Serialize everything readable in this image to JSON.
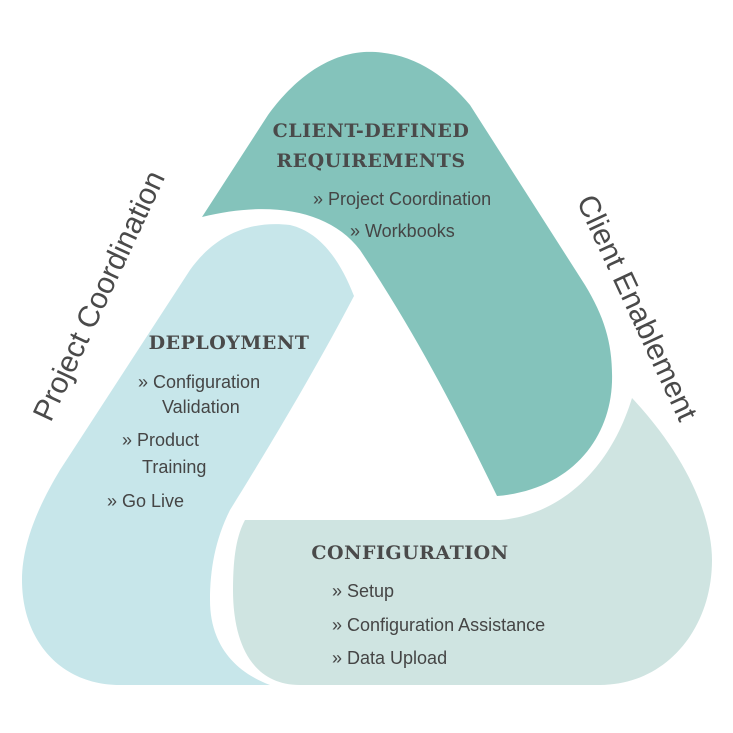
{
  "diagram": {
    "side_labels": {
      "left": "Project Coordination",
      "right": "Client Enablement"
    },
    "blocks": {
      "client_defined": {
        "title_line1": "CLIENT-DEFINED",
        "title_line2": "REQUIREMENTS",
        "color": "#84c3bb",
        "items": [
          "» Project Coordination",
          "» Workbooks"
        ]
      },
      "deployment": {
        "title": "DEPLOYMENT",
        "color": "#c7e6ea",
        "items": [
          [
            "» Configuration",
            "Validation"
          ],
          [
            "» Product",
            "Training"
          ],
          [
            "» Go Live"
          ]
        ]
      },
      "configuration": {
        "title": "CONFIGURATION",
        "color": "#cfe4e1",
        "items": [
          "» Setup",
          "» Configuration Assistance",
          "» Data Upload"
        ]
      }
    }
  }
}
